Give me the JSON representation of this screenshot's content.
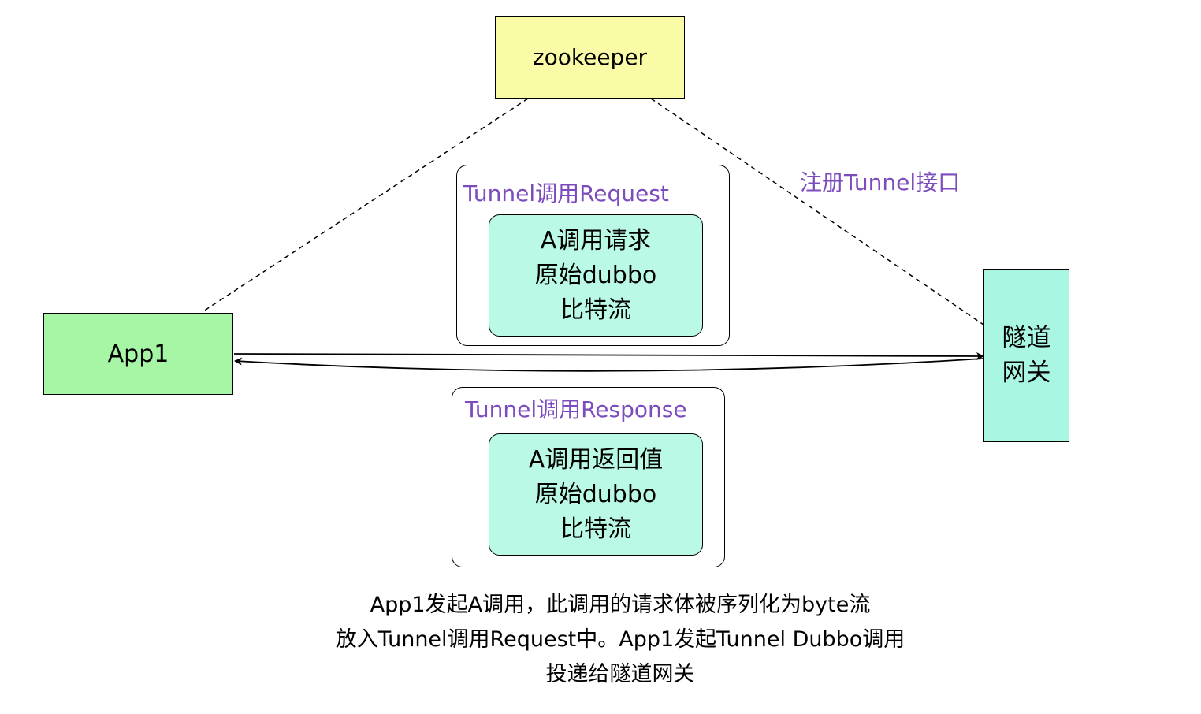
{
  "nodes": {
    "zookeeper": {
      "label": "zookeeper",
      "fill": "#fafba7"
    },
    "app1": {
      "label": "App1",
      "fill": "#a6f6a6"
    },
    "gateway": {
      "lines": [
        "隧道",
        "网关"
      ],
      "fill": "#a9f7e3"
    }
  },
  "edge_label": {
    "text": "注册Tunnel接口",
    "color": "#7c4bbd"
  },
  "request_frame": {
    "title": "Tunnel调用Request",
    "payload": [
      "A调用请求",
      "原始dubbo",
      "比特流"
    ]
  },
  "response_frame": {
    "title": "Tunnel调用Response",
    "payload": [
      "A调用返回值",
      "原始dubbo",
      "比特流"
    ]
  },
  "caption": [
    "App1发起A调用，此调用的请求体被序列化为byte流",
    "放入Tunnel调用Request中。App1发起Tunnel Dubbo调用",
    "投递给隧道网关"
  ],
  "colors": {
    "title_text": "#7c4bbd",
    "payload_fill": "#b9f9e5",
    "border": "#000000"
  }
}
